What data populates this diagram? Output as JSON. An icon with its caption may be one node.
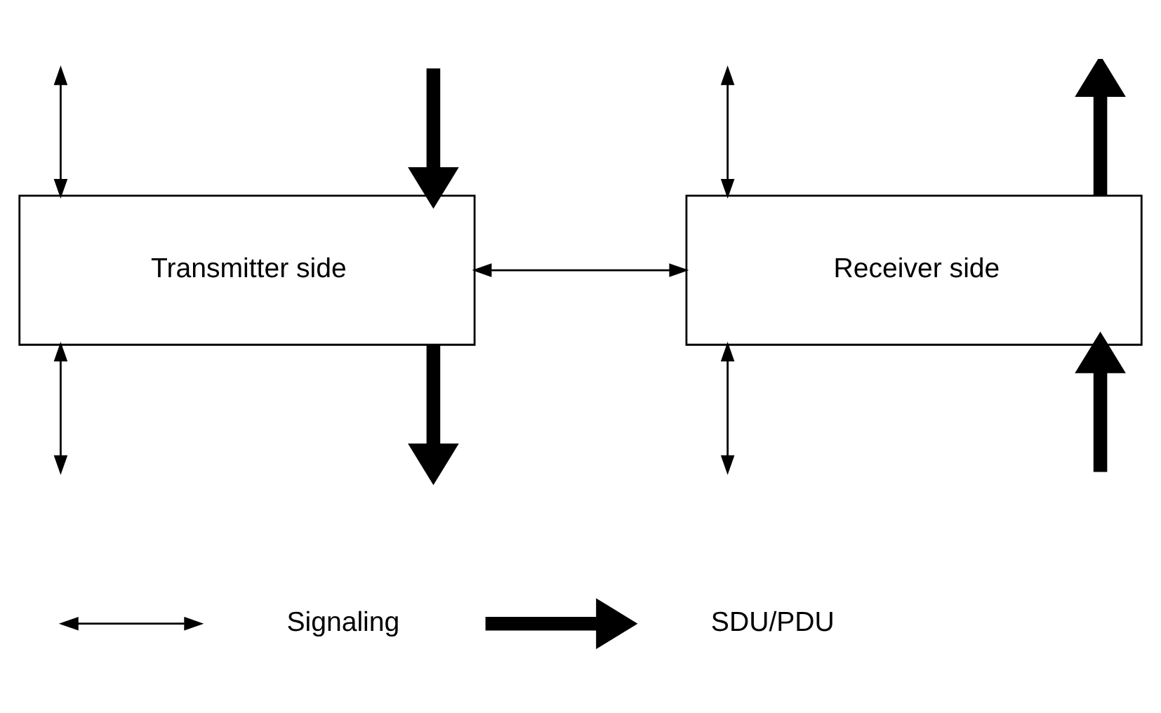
{
  "diagram": {
    "nodes": [
      {
        "text": [
          "Transmitter side"
        ]
      },
      {
        "text": [
          "Receiver side"
        ]
      }
    ],
    "edges": [
      {
        "from": null,
        "to": 0,
        "arrow": "to",
        "style": "thick"
      },
      {
        "from": 0,
        "to": null,
        "arrow": "to",
        "style": "thick"
      },
      {
        "from": 0,
        "to": 1,
        "arrow": "both"
      },
      {
        "from": null,
        "to": 1,
        "arrow": "to",
        "style": "thick"
      },
      {
        "from": 1,
        "to": null,
        "arrow": "to",
        "style": "thick"
      },
      {
        "from": 0,
        "to": null,
        "arrow": "both"
      },
      {
        "from": null,
        "to": 0,
        "arrow": "both"
      },
      {
        "from": 1,
        "to": null,
        "arrow": "both"
      },
      {
        "from": null,
        "to": 1,
        "arrow": "both"
      }
    ],
    "legend": [
      {
        "text": "Signaling"
      },
      {
        "text": "SDU/PDU"
      }
    ]
  }
}
